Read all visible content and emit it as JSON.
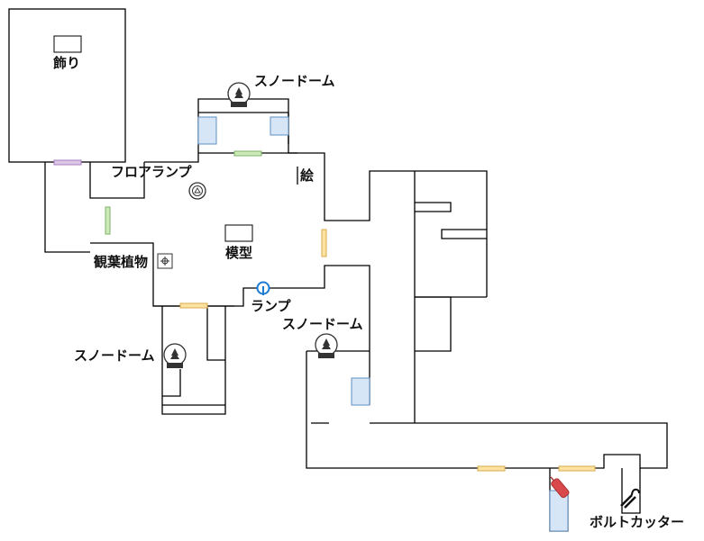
{
  "map": {
    "labels": {
      "ornament": "飾り",
      "snow_globe_top": "スノードーム",
      "floor_lamp": "フロアランプ",
      "painting": "絵",
      "model": "模型",
      "houseplant": "観葉植物",
      "lamp": "ランプ",
      "snow_globe_mid": "スノードーム",
      "snow_globe_left": "スノードーム",
      "bolt_cutter": "ボルトカッター"
    },
    "colors": {
      "wall": "#000000",
      "furniture_blue": "#d6e6f7",
      "furniture_blue_stroke": "#5f8fc2",
      "door_green": "#cde9b8",
      "door_green_stroke": "#7fb26a",
      "door_yellow": "#fde3a1",
      "door_yellow_stroke": "#d9a84a",
      "door_purple": "#dcc7e6",
      "door_purple_stroke": "#a77cbf",
      "lamp_blue": "#1e7bd1",
      "bolt_red": "#d9484b"
    },
    "icons": [
      "snow-globe-icon",
      "floor-lamp-icon",
      "houseplant-icon",
      "lamp-icon",
      "bolt-cutter-icon",
      "fire-extinguisher-icon"
    ]
  }
}
